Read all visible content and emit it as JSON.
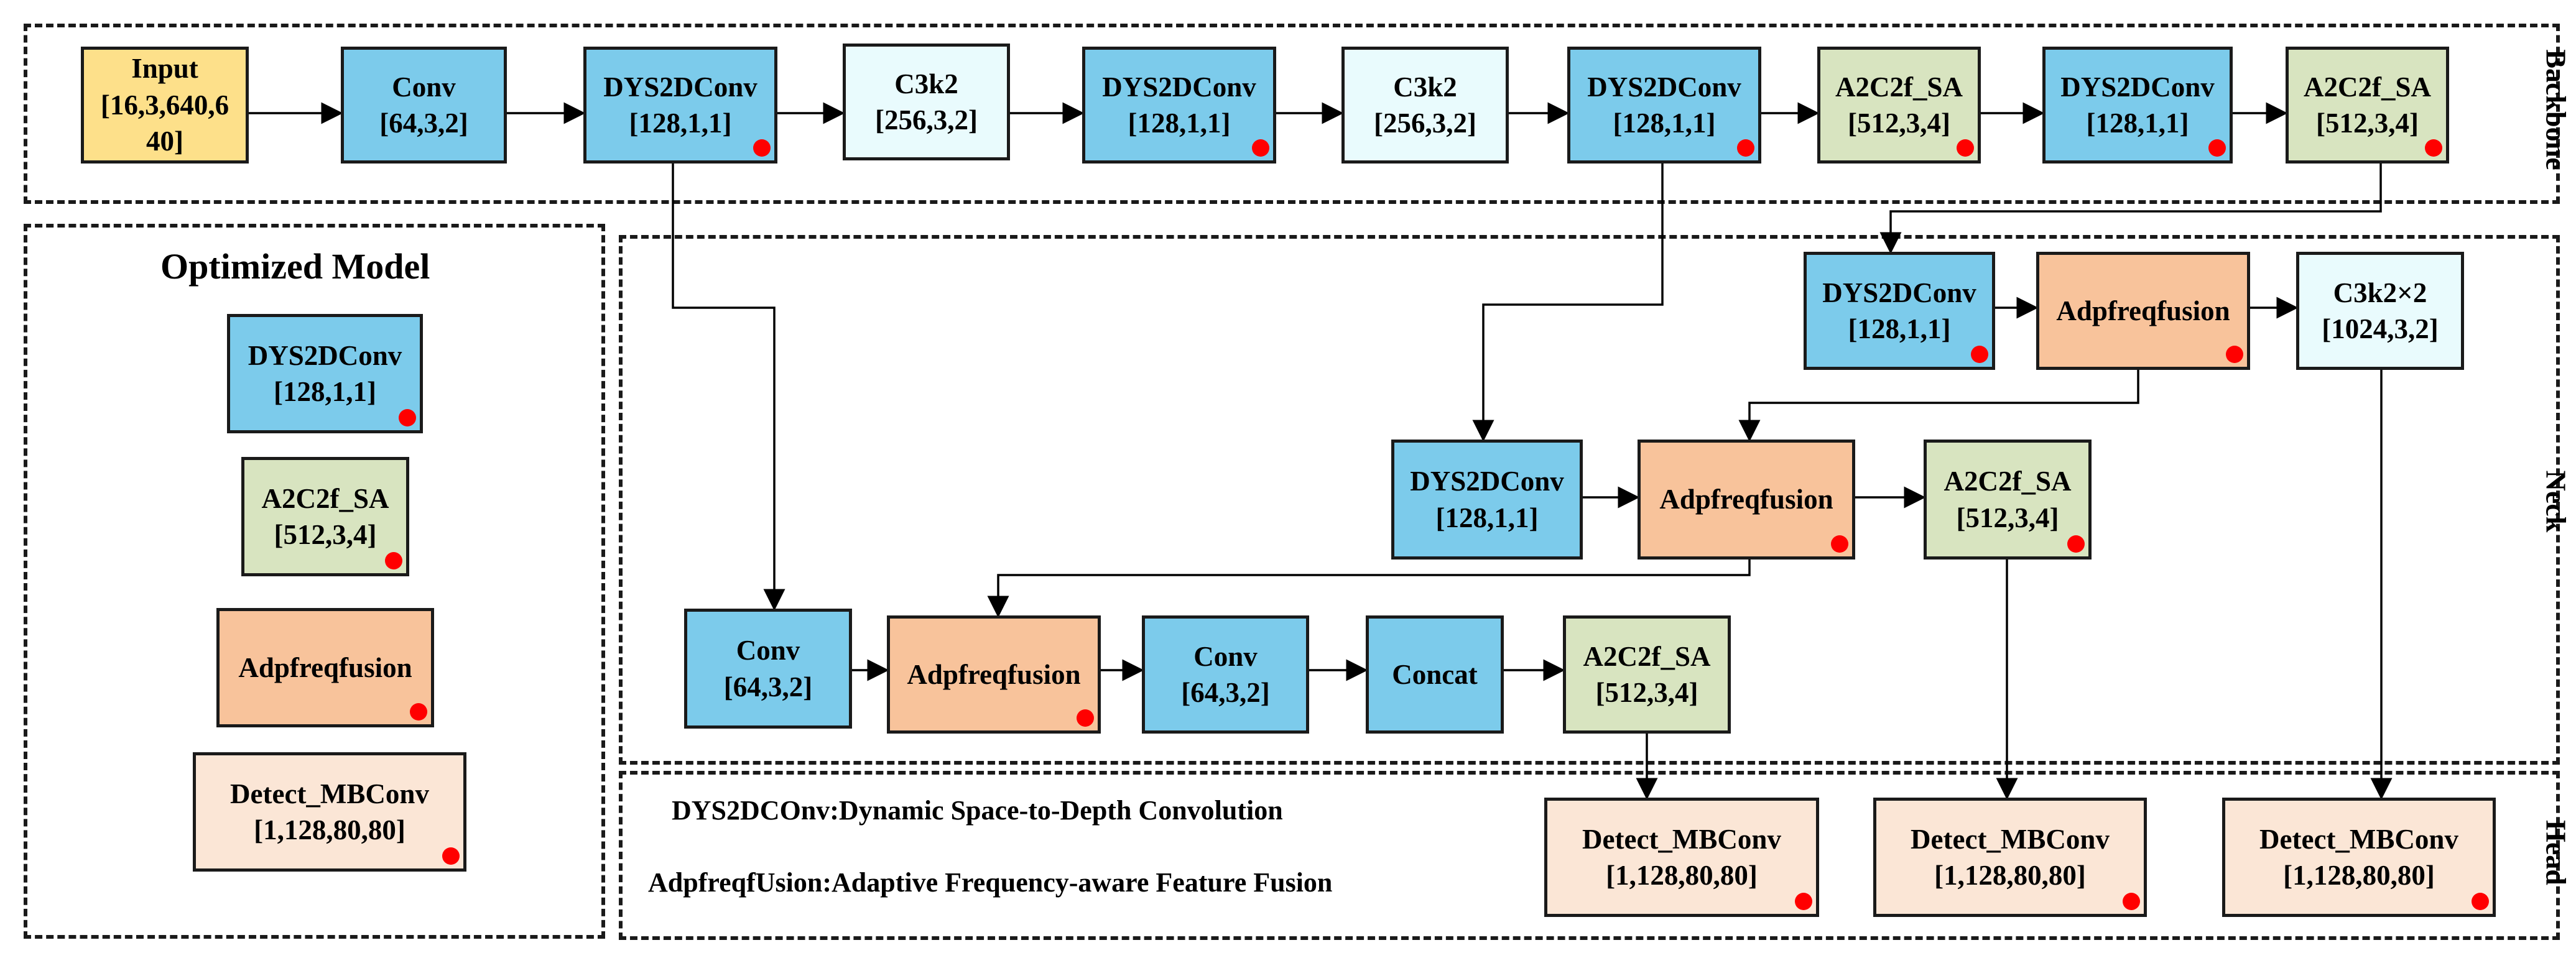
{
  "regions": {
    "backbone": "Backbone",
    "neck": "Neck",
    "head": "Head",
    "legend_title": "Optimized Model"
  },
  "backbone": {
    "input": {
      "line1": "Input",
      "line2": "[16,3,640,6",
      "line3": "40]"
    },
    "conv1": {
      "name": "Conv",
      "params": "[64,3,2]"
    },
    "dys1": {
      "name": "DYS2DConv",
      "params": "[128,1,1]"
    },
    "c3k2_1": {
      "name": "C3k2",
      "params": "[256,3,2]"
    },
    "dys2": {
      "name": "DYS2DConv",
      "params": "[128,1,1]"
    },
    "c3k2_2": {
      "name": "C3k2",
      "params": "[256,3,2]"
    },
    "dys3": {
      "name": "DYS2DConv",
      "params": "[128,1,1]"
    },
    "a2c_1": {
      "name": "A2C2f_SA",
      "params": "[512,3,4]"
    },
    "dys4": {
      "name": "DYS2DConv",
      "params": "[128,1,1]"
    },
    "a2c_2": {
      "name": "A2C2f_SA",
      "params": "[512,3,4]"
    }
  },
  "neck": {
    "dys_top": {
      "name": "DYS2DConv",
      "params": "[128,1,1]"
    },
    "adp_top": {
      "name": "Adpfreqfusion"
    },
    "c3k2x2": {
      "name": "C3k2×2",
      "params": "[1024,3,2]"
    },
    "dys_mid": {
      "name": "DYS2DConv",
      "params": "[128,1,1]"
    },
    "adp_mid": {
      "name": "Adpfreqfusion"
    },
    "a2c_mid": {
      "name": "A2C2f_SA",
      "params": "[512,3,4]"
    },
    "conv_low1": {
      "name": "Conv",
      "params": "[64,3,2]"
    },
    "adp_low": {
      "name": "Adpfreqfusion"
    },
    "conv_low2": {
      "name": "Conv",
      "params": "[64,3,2]"
    },
    "concat": {
      "name": "Concat"
    },
    "a2c_low": {
      "name": "A2C2f_SA",
      "params": "[512,3,4]"
    }
  },
  "head": {
    "note1": "DYS2DCOnv:Dynamic Space-to-Depth Convolution",
    "note2": "AdpfreqfUsion:Adaptive Frequency-aware Feature Fusion",
    "det1": {
      "name": "Detect_MBConv",
      "params": "[1,128,80,80]"
    },
    "det2": {
      "name": "Detect_MBConv",
      "params": "[1,128,80,80]"
    },
    "det3": {
      "name": "Detect_MBConv",
      "params": "[1,128,80,80]"
    }
  },
  "legend": {
    "dys": {
      "name": "DYS2DConv",
      "params": "[128,1,1]"
    },
    "a2c": {
      "name": "A2C2f_SA",
      "params": "[512,3,4]"
    },
    "adp": {
      "name": "Adpfreqfusion"
    },
    "det": {
      "name": "Detect_MBConv",
      "params": "[1,128,80,80]"
    }
  },
  "colors": {
    "conv_blue": "#7ccbeb",
    "c3k2_ice": "#e9fbfd",
    "a2c_green": "#d8e4c0",
    "adp_orange": "#f8c39b",
    "detect_peach": "#fbe6d6",
    "input_yellow": "#fde08a",
    "marker_red": "#ff0000"
  }
}
